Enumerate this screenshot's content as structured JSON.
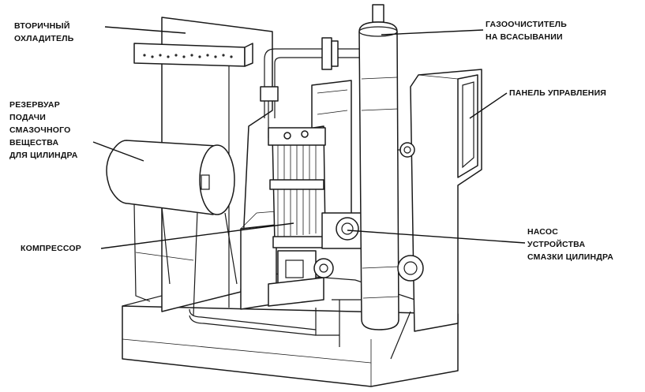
{
  "labels": {
    "secondary_cooler": [
      "ВТОРИЧНЫЙ",
      "ОХЛАДИТЕЛЬ"
    ],
    "gas_cleaner": [
      "ГАЗООЧИСТИТЕЛЬ",
      "НА ВСАСЫВАНИИ"
    ],
    "control_panel": [
      "ПАНЕЛЬ УПРАВЛЕНИЯ"
    ],
    "lubricant_tank": [
      "РЕЗЕРВУАР",
      "ПОДАЧИ",
      "СМАЗОЧНОГО",
      "ВЕЩЕСТВА",
      "ДЛЯ ЦИЛИНДРА"
    ],
    "compressor": [
      "КОМПРЕССОР"
    ],
    "lube_pump": [
      "НАСОС",
      "УСТРОЙСТВА",
      "СМАЗКИ ЦИЛИНДРА"
    ]
  }
}
